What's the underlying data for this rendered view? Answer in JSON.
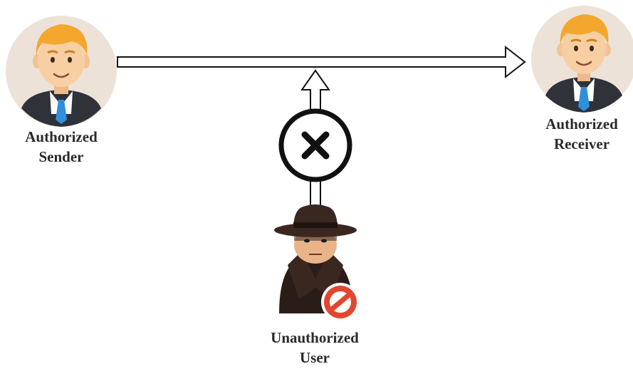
{
  "diagram": {
    "sender": {
      "label_line1": "Authorized",
      "label_line2": "Sender",
      "icon": "businessman-avatar-icon"
    },
    "receiver": {
      "label_line1": "Authorized",
      "label_line2": "Receiver",
      "icon": "businessman-avatar-icon"
    },
    "intruder": {
      "label_line1": "Unauthorized",
      "label_line2": "User",
      "icon": "spy-in-hat-icon",
      "badge_icon": "prohibited-icon"
    },
    "blocked_icon": "x-circle-icon",
    "colors": {
      "avatar_bg": "#ede2d8",
      "hair": "#f3a72c",
      "skin": "#f7cfa3",
      "suit": "#2f3238",
      "tie": "#2f8fdd",
      "spy_coat": "#2a1d19",
      "prohibit": "#e2462e",
      "stroke": "#111111"
    }
  }
}
